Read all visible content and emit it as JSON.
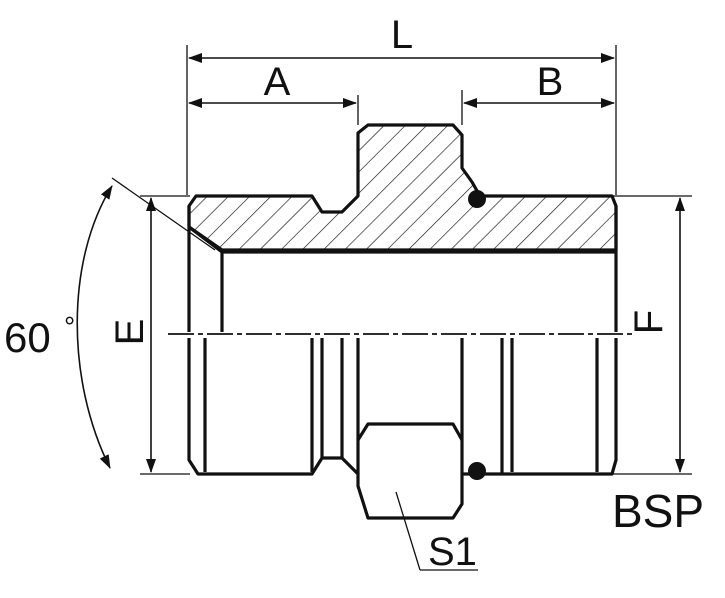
{
  "labels": {
    "length_total": "L",
    "length_a": "A",
    "length_b": "B",
    "diameter_e": "E",
    "diameter_f": "F",
    "angle": "60",
    "angle_unit": "°",
    "thread": "BSP",
    "hex": "S1"
  },
  "colors": {
    "ink": "#111111",
    "background": "#ffffff"
  },
  "arrow": "arrow-icon"
}
